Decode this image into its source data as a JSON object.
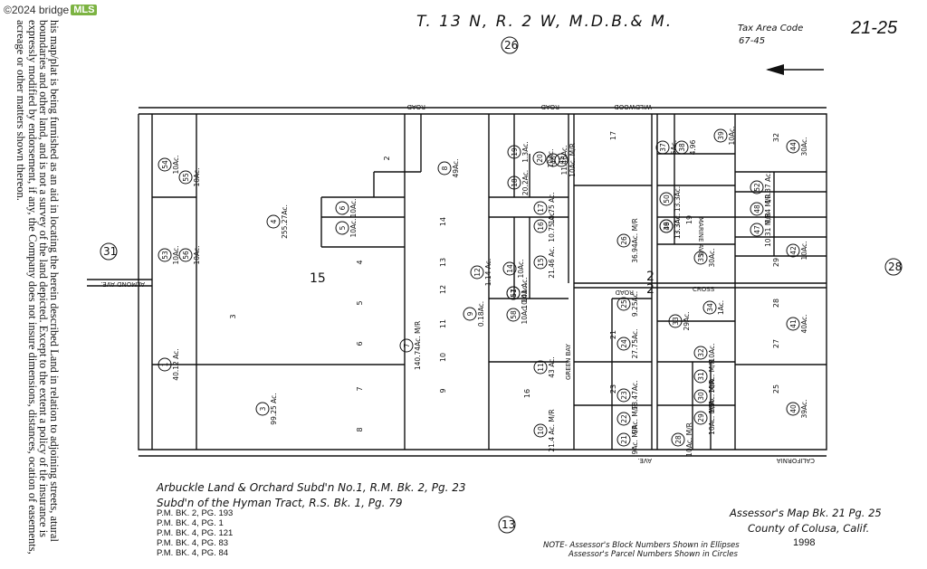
{
  "watermark": {
    "prefix": "©2024 bridge",
    "badge": "MLS"
  },
  "disclaimer": "his map/plat is being furnished as an aid in locating the herein described Land in relation to adjoining streets, atural boundaries and other land, and is not a survey of the land depicted. Except to the extent a policy of tle insurance is expressly modified by endorsement, if any, the Company does not insure dimensions, distances, ocation of easements, acreage or other matters shown thereon.",
  "header": {
    "township": "T. 13 N, R. 2 W, M.D.B.& M.",
    "tax_area_label": "Tax Area Code",
    "tax_area_value": "67-45",
    "page_code": "21-25"
  },
  "sections": {
    "north": "26",
    "west": "31",
    "east": "28",
    "south": "13",
    "center": "15",
    "road_mark1": "2",
    "road_mark2": "2"
  },
  "roads": {
    "top": "ROAD",
    "wildwood": "WILDWOOD",
    "wildwood_road": "ROAD",
    "almond": "ALMOND AVE.",
    "green_bay": "GREEN BAY",
    "cross": "CROSS",
    "cross_road": "ROAD",
    "marine": "MARINE AVE",
    "california": "CALIFORNIA",
    "ave": "AVE."
  },
  "parcels": [
    {
      "no": "1",
      "acres": "40.12 Ac."
    },
    {
      "no": "3",
      "acres": "99.25 Ac."
    },
    {
      "no": "4",
      "acres": "255.27Ac."
    },
    {
      "no": "5",
      "acres": "10Ac."
    },
    {
      "no": "6",
      "acres": "10Ac."
    },
    {
      "no": "7",
      "acres": "140.74Ac. M/R"
    },
    {
      "no": "8",
      "acres": "49Ac."
    },
    {
      "no": "9",
      "acres": "0.18Ac."
    },
    {
      "no": "10",
      "acres": "21.4 Ac. M/R"
    },
    {
      "no": "11",
      "acres": "43 Ac."
    },
    {
      "no": "12",
      "acres": "1.14 Ac."
    },
    {
      "no": "14",
      "acres": "10Ac."
    },
    {
      "no": "15",
      "acres": "21.46 Ac."
    },
    {
      "no": "16",
      "acres": "10.75 Ac."
    },
    {
      "no": "17",
      "acres": "10.75 Ac."
    },
    {
      "no": "18",
      "acres": "20.2Ac."
    },
    {
      "no": "19",
      "acres": "1.3Ac."
    },
    {
      "no": "20",
      "acres": "10Ac."
    },
    {
      "no": "21",
      "acres": "9Ac. M/R"
    },
    {
      "no": "22",
      "acres": "9Ac. M/R"
    },
    {
      "no": "23",
      "acres": "18.47Ac."
    },
    {
      "no": "24",
      "acres": "27.75Ac."
    },
    {
      "no": "25",
      "acres": "9.25Ac."
    },
    {
      "no": "26",
      "acres": "36.94Ac. M/R"
    },
    {
      "no": "28",
      "acres": "10Ac. M/R"
    },
    {
      "no": "29",
      "acres": "10Ac. M/R"
    },
    {
      "no": "30",
      "acres": "10Ac. M/R"
    },
    {
      "no": "31",
      "acres": "10Ac. M/R"
    },
    {
      "no": "32",
      "acres": "10Ac."
    },
    {
      "no": "33",
      "acres": "29Ac."
    },
    {
      "no": "34",
      "acres": "1Ac."
    },
    {
      "no": "35",
      "acres": "30Ac."
    },
    {
      "no": "36",
      "acres": "13.3Ac."
    },
    {
      "no": "37",
      "acres": "5Ac."
    },
    {
      "no": "38",
      "acres": "4.96"
    },
    {
      "no": "39",
      "acres": "10Ac."
    },
    {
      "no": "40",
      "acres": "39Ac."
    },
    {
      "no": "41",
      "acres": "40Ac."
    },
    {
      "no": "42",
      "acres": "10Ac."
    },
    {
      "no": "44",
      "acres": "30Ac."
    },
    {
      "no": "45",
      "acres": "10Ac. M/R"
    },
    {
      "no": "46",
      "acres": "11.46Ac."
    },
    {
      "no": "47",
      "acres": "10.31 M/R"
    },
    {
      "no": "48",
      "acres": "9.34 M/R"
    },
    {
      "no": "49",
      "acres": "13.3Ac."
    },
    {
      "no": "50",
      "acres": "13.3Ac."
    },
    {
      "no": "51",
      "acres": "10.41 Ac."
    },
    {
      "no": "52",
      "acres": "10.37 Ac."
    },
    {
      "no": "53",
      "acres": "10Ac."
    },
    {
      "no": "54",
      "acres": "10Ac."
    },
    {
      "no": "55",
      "acres": "10Ac."
    },
    {
      "no": "56",
      "acres": "10Ac."
    },
    {
      "no": "57",
      "acres": "10Ac."
    },
    {
      "no": "58",
      "acres": "10Ac."
    }
  ],
  "blocks": [
    "2",
    "3",
    "4",
    "5",
    "6",
    "7",
    "8",
    "9",
    "10",
    "11",
    "12",
    "13",
    "14",
    "16",
    "17",
    "19",
    "21",
    "23",
    "25",
    "27",
    "28",
    "29",
    "32"
  ],
  "footer": {
    "subdivision1": "Arbuckle Land & Orchard Subd'n No.1, R.M. Bk. 2, Pg. 23",
    "subdivision2": "Subd'n of the Hyman Tract, R.S. Bk. 1, Pg. 79",
    "refs": [
      "P.M. BK. 2, PG. 193",
      "P.M. BK. 4, PG. 1",
      "P.M. BK. 4, PG. 121",
      "P.M. BK. 4, PG. 83",
      "P.M. BK. 4, PG. 84"
    ],
    "assessor_map": "Assessor's Map Bk. 21 Pg. 25",
    "county": "County of Colusa, Calif.",
    "year": "1998",
    "note_line1": "NOTE- Assessor's Block Numbers Shown in Ellipses",
    "note_line2": "Assessor's Parcel Numbers Shown in Circles"
  }
}
